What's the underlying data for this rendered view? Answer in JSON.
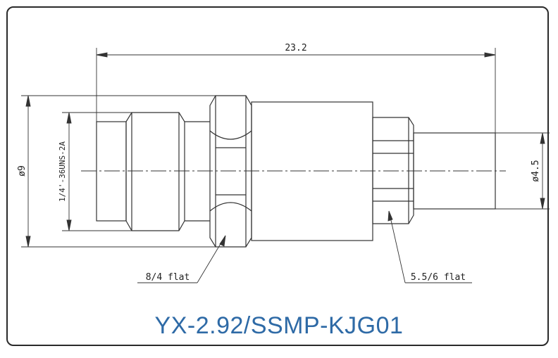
{
  "title": "YX-2.92/SSMP-KJG01",
  "dimensions": {
    "overall_length": "23.2",
    "diameter_9": "ø9",
    "thread": "1/4'-36UNS-2A",
    "diameter_4_5": "ø4.5",
    "flat_8_4": "8/4 flat",
    "flat_5_5_6": "5.5/6 flat"
  },
  "colors": {
    "line": "#333333",
    "title": "#2e6aa6",
    "border": "#2a2a2a"
  }
}
